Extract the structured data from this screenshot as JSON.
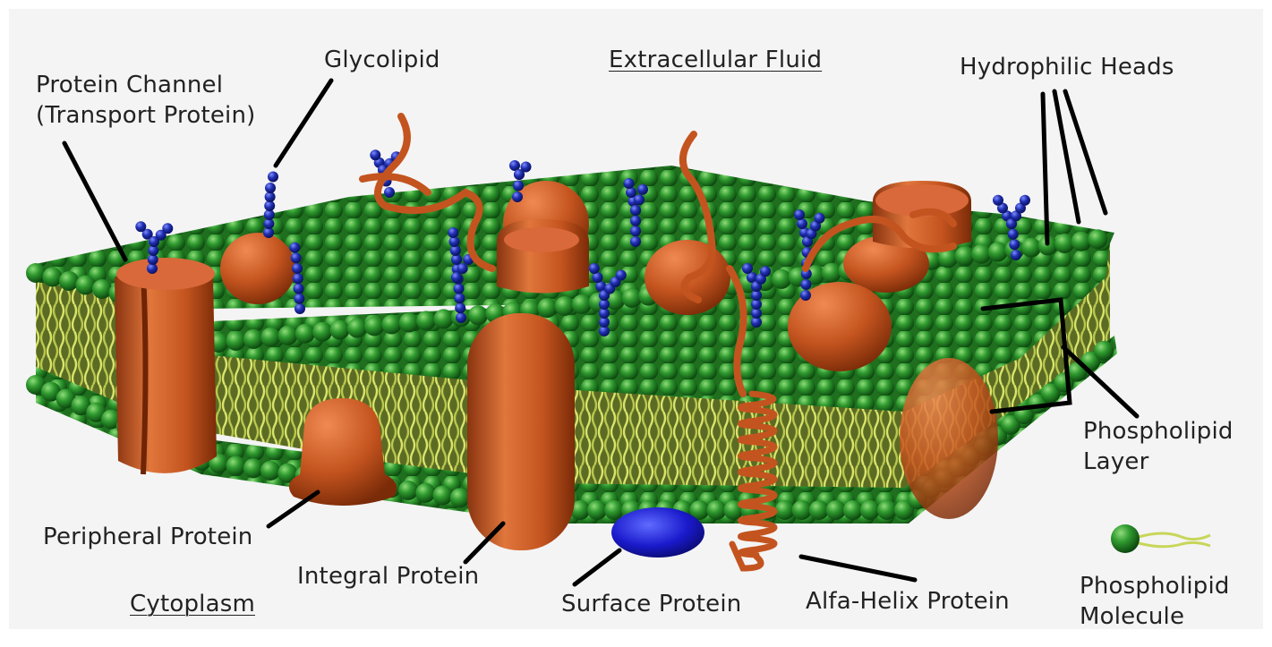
{
  "labels": {
    "extracellular_fluid": "Extracellular Fluid",
    "cytoplasm": "Cytoplasm",
    "glycolipid": "Glycolipid",
    "protein_channel_line1": "Protein Channel",
    "protein_channel_line2": "(Transport Protein)",
    "hydrophilic_heads": "Hydrophilic Heads",
    "phospholipid_layer_line1": "Phospholipid",
    "phospholipid_layer_line2": "Layer",
    "phospholipid_molecule_line1": "Phospholipid",
    "phospholipid_molecule_line2": "Molecule",
    "peripheral_protein": "Peripheral Protein",
    "integral_protein": "Integral Protein",
    "surface_protein": "Surface Protein",
    "alfa_helix_protein": "Alfa-Helix Protein"
  },
  "colors": {
    "background": "#f4f4f4",
    "head_green": "#2f8f2f",
    "tail_yellow": "#c8d65a",
    "protein_orange": "#c4541f",
    "glycolipid_blue": "#1f2fb0",
    "surface_blue": "#1a1acc",
    "leader_line": "#000000"
  }
}
